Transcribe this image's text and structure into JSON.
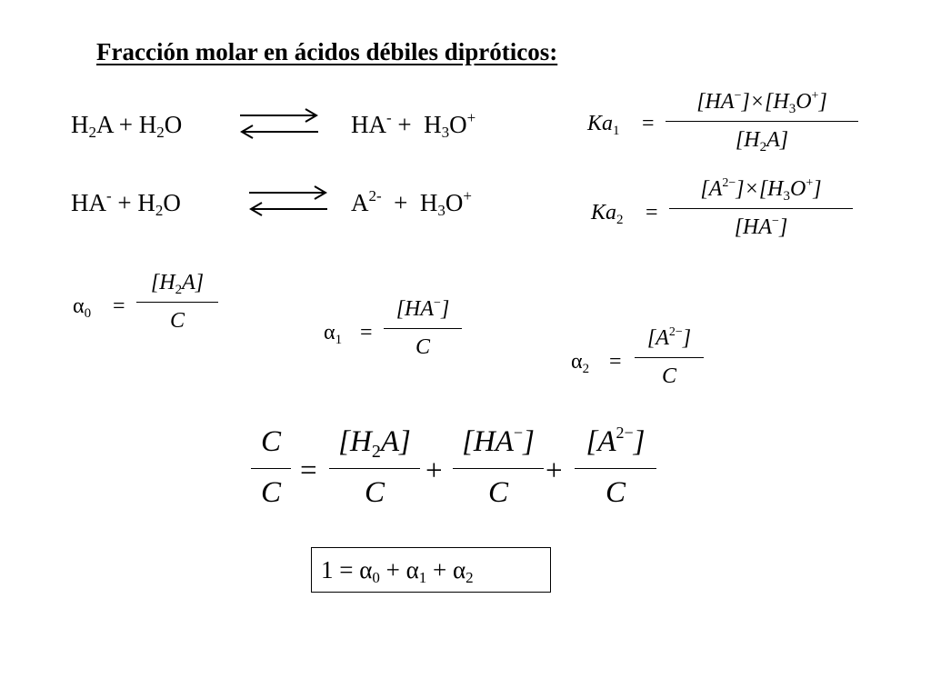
{
  "title": "Fracción molar en ácidos débiles dipróticos:",
  "reaction1": {
    "left": {
      "a": "H",
      "a_sub": "2",
      "b": "A + H",
      "b_sub": "2",
      "c": "O"
    },
    "right": {
      "a": "HA",
      "a_sup": "-",
      "b": " +  H",
      "b_sub": "3",
      "c": "O",
      "c_sup": "+"
    }
  },
  "reaction2": {
    "left": {
      "a": "HA",
      "a_sup": "-",
      "b": " + H",
      "b_sub": "2",
      "c": "O"
    },
    "right": {
      "a": "A",
      "a_sup": "2-",
      "b": "  +  H",
      "b_sub": "3",
      "c": "O",
      "c_sup": "+"
    }
  },
  "ka1": {
    "lhs": "Ka",
    "lhs_sub": "1",
    "eq": "=",
    "num": {
      "p1": "[HA",
      "p1_sup": "−",
      "p2": "]×[H",
      "p2_sub": "3",
      "p3": "O",
      "p3_sup": "+",
      "p4": "]"
    },
    "den": {
      "p1": "[H",
      "p1_sub": "2",
      "p2": "A]"
    }
  },
  "ka2": {
    "lhs": "Ka",
    "lhs_sub": "2",
    "eq": "=",
    "num": {
      "p1": "[A",
      "p1_sup": "2−",
      "p2": "]×[H",
      "p2_sub": "3",
      "p3": "O",
      "p3_sup": "+",
      "p4": "]"
    },
    "den": {
      "p1": "[HA",
      "p1_sup": "−",
      "p2": "]"
    }
  },
  "alpha0": {
    "sym": "α",
    "sub": "0",
    "eq": "=",
    "num": {
      "p1": "[H",
      "p1_sub": "2",
      "p2": "A]"
    },
    "den": "C"
  },
  "alpha1": {
    "sym": "α",
    "sub": "1",
    "eq": "=",
    "num": {
      "p1": "[HA",
      "p1_sup": "−",
      "p2": "]"
    },
    "den": "C"
  },
  "alpha2": {
    "sym": "α",
    "sub": "2",
    "eq": "=",
    "num": {
      "p1": "[A",
      "p1_sup": "2−",
      "p2": "]"
    },
    "den": "C"
  },
  "sum_eq": {
    "lhs_num": "C",
    "lhs_den": "C",
    "eq": "=",
    "plus": "+",
    "t1": {
      "p1": "[H",
      "p1_sub": "2",
      "p2": "A]",
      "den": "C"
    },
    "t2": {
      "p1": "[HA",
      "p1_sup": "−",
      "p2": "]",
      "den": "C"
    },
    "t3": {
      "p1": "[A",
      "p1_sup": "2−",
      "p2": "]",
      "den": "C"
    }
  },
  "result": {
    "a": "1 = α",
    "a_sub": "0",
    "b": " + α",
    "b_sub": "1",
    "c": " + α",
    "c_sub": "2"
  }
}
